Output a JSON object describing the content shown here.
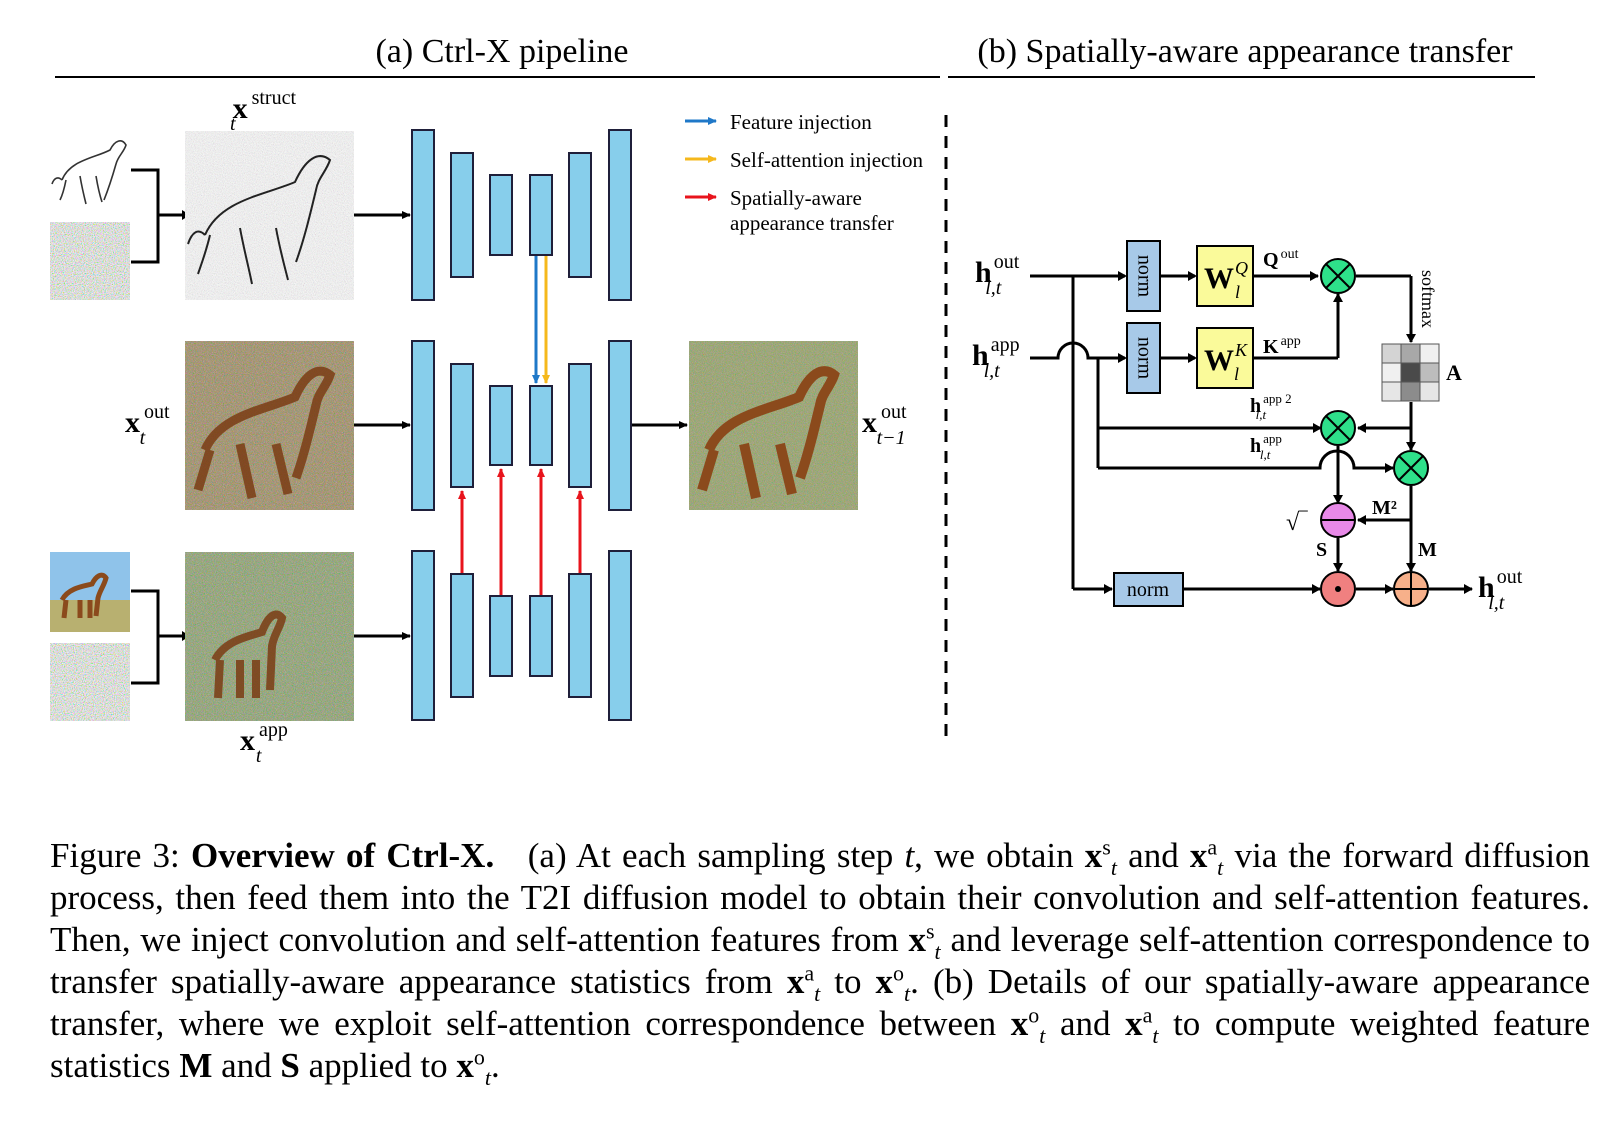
{
  "panel_a": {
    "title": "(a) Ctrl-X pipeline",
    "labels": {
      "struct_base": "x",
      "struct_sub": "t",
      "struct_sup": "struct",
      "out_base": "x",
      "out_sub": "t",
      "out_sup": "out",
      "app_base": "x",
      "app_sub": "t",
      "app_sup": "app",
      "next_base": "x",
      "next_sub": "t−1",
      "next_sup": "out"
    },
    "legend": {
      "feature": "Feature injection",
      "selfattn": "Self-attention injection",
      "spatial_line1": "Spatially-aware",
      "spatial_line2": "appearance transfer"
    },
    "colors": {
      "block_fill": "#87ceeb",
      "block_stroke": "#1f1f3a",
      "feature": "#1f78c8",
      "selfattn": "#f5b81c",
      "spatial": "#e8141c"
    }
  },
  "panel_b": {
    "title": "(b) Spatially-aware appearance transfer",
    "h_out_base": "h",
    "h_out_sub": "l,t",
    "h_out_sup": "out",
    "h_app_base": "h",
    "h_app_sub": "l,t",
    "h_app_sup": "app",
    "norm": "norm",
    "wq_base": "W",
    "wq_sub": "l",
    "wq_sup": "Q",
    "wk_base": "W",
    "wk_sub": "l",
    "wk_sup": "K",
    "q_base": "Q",
    "q_sup": "out",
    "k_base": "K",
    "k_sup": "app",
    "softmax": "softmax",
    "a_label": "A",
    "happ2_base": "h",
    "happ2_sub": "l,t",
    "happ2_sup": "app 2",
    "happ_base": "h",
    "happ_sub": "l,t",
    "happ_sup": "app",
    "m2": "M²",
    "m": "M",
    "s": "S",
    "sqrt": "√‾",
    "out_base": "h",
    "out_sub": "l,t",
    "out_sup": "out",
    "colors": {
      "mult": "#2ee08a",
      "minus": "#e889e8",
      "dot": "#f08080",
      "plus": "#f7b08a",
      "w_fill": "#fafa9a",
      "norm_fill": "#a7c9e8"
    }
  },
  "caption": {
    "fig_label": "Figure 3:",
    "bold_title": "Overview of Ctrl-X.",
    "p1": "(a) At each sampling step",
    "t": "t",
    "comma_we": ", we obtain",
    "xs": "x",
    "xs_sub": "t",
    "xs_sup": "s",
    "and1": "and",
    "xa": "x",
    "xa_sub": "t",
    "xa_sup": "a",
    "p2": "via the forward diffusion process, then feed them into the T2I diffusion model to obtain their convolution and self-attention features. Then, we inject convolution and self-attention features from",
    "xs2": "x",
    "xs2_sub": "t",
    "xs2_sup": "s",
    "p3": "and leverage self-attention correspondence to transfer spatially-aware appearance statistics from",
    "xa2": "x",
    "xa2_sub": "t",
    "xa2_sup": "a",
    "to": "to",
    "xo": "x",
    "xo_sub": "t",
    "xo_sup": "o",
    "p4": ". (b) Details of our spatially-aware appearance transfer, where we exploit self-attention correspondence between",
    "xo2": "x",
    "xo2_sub": "t",
    "xo2_sup": "o",
    "and2": "and",
    "xa3": "x",
    "xa3_sub": "t",
    "xa3_sup": "a",
    "p5": "to compute weighted feature statistics",
    "M": "M",
    "and3": "and",
    "S": "S",
    "p6": "applied to",
    "xo3": "x",
    "xo3_sub": "t",
    "xo3_sup": "o",
    "end": "."
  }
}
